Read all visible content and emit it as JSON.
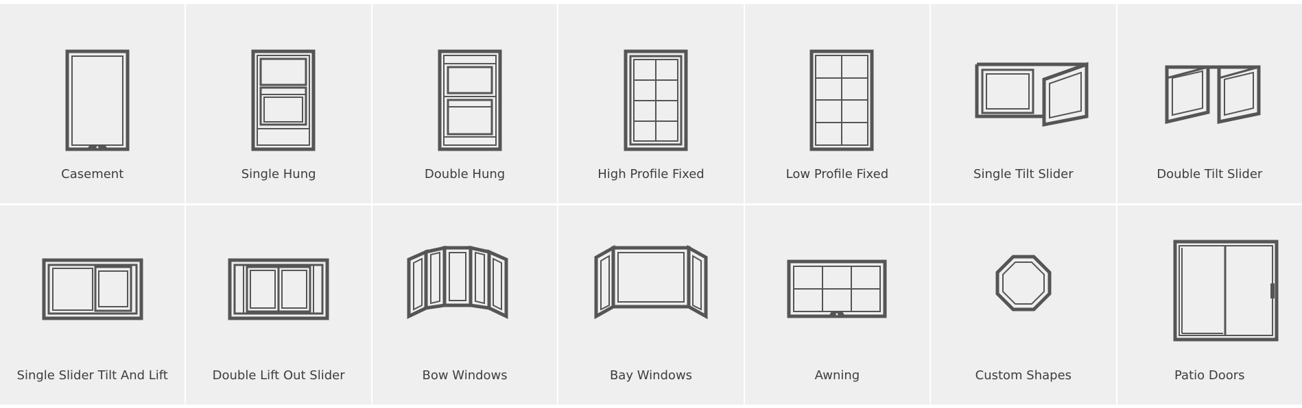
{
  "window_types": [
    {
      "label": "Casement",
      "icon": "casement-window-icon"
    },
    {
      "label": "Single Hung",
      "icon": "single-hung-window-icon"
    },
    {
      "label": "Double Hung",
      "icon": "double-hung-window-icon"
    },
    {
      "label": "High Profile Fixed",
      "icon": "high-profile-fixed-window-icon"
    },
    {
      "label": "Low Profile Fixed",
      "icon": "low-profile-fixed-window-icon"
    },
    {
      "label": "Single Tilt Slider",
      "icon": "single-tilt-slider-window-icon"
    },
    {
      "label": "Double Tilt Slider",
      "icon": "double-tilt-slider-window-icon"
    },
    {
      "label": "Single Slider Tilt And Lift",
      "icon": "single-slider-tilt-lift-window-icon"
    },
    {
      "label": "Double Lift Out Slider",
      "icon": "double-lift-out-slider-window-icon"
    },
    {
      "label": "Bow Windows",
      "icon": "bow-window-icon"
    },
    {
      "label": "Bay Windows",
      "icon": "bay-window-icon"
    },
    {
      "label": "Awning",
      "icon": "awning-window-icon"
    },
    {
      "label": "Custom Shapes",
      "icon": "custom-shapes-window-icon"
    },
    {
      "label": "Patio Doors",
      "icon": "patio-door-icon"
    }
  ],
  "colors": {
    "tile_background": "#efefef",
    "icon_stroke": "#555555",
    "label_text": "#3d3d3d",
    "gap": "#ffffff"
  }
}
